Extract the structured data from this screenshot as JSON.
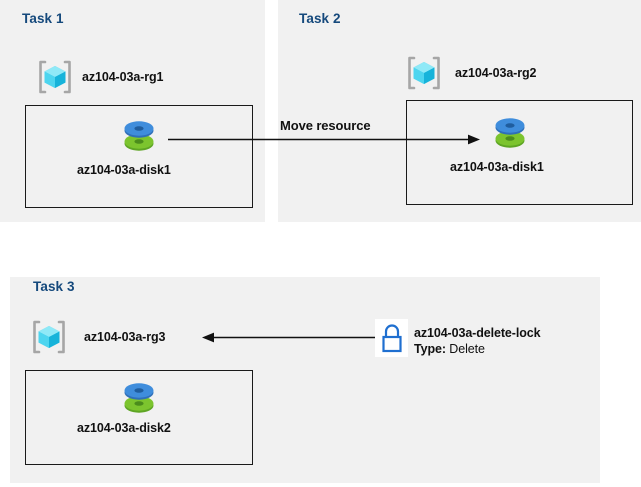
{
  "diagram": {
    "title": "Azure resource group task diagram",
    "colors": {
      "panel_background": "#f1f1f1",
      "page_background": "#ffffff",
      "task_heading": "#15497c",
      "box_border": "#1a1a1a",
      "arrow": "#111111",
      "lock_outline": "#1f6fd0",
      "resource_group_cube_light": "#7fe3f5",
      "resource_group_cube_mid": "#3ecbe8",
      "resource_group_cube_dark": "#17b6db",
      "resource_group_bracket": "#a6a6a6",
      "disk_blue": "#3b87d6",
      "disk_green": "#6cb72b"
    }
  },
  "tasks": [
    {
      "heading": "Task 1",
      "resource_group": {
        "label": "az104-03a-rg1",
        "icon": "resource-group-icon"
      },
      "resource": {
        "label": "az104-03a-disk1",
        "icon": "managed-disk-icon"
      }
    },
    {
      "heading": "Task 2",
      "resource_group": {
        "label": "az104-03a-rg2",
        "icon": "resource-group-icon"
      },
      "resource": {
        "label": "az104-03a-disk1",
        "icon": "managed-disk-icon"
      }
    },
    {
      "heading": "Task 3",
      "resource_group": {
        "label": "az104-03a-rg3",
        "icon": "resource-group-icon"
      },
      "resource": {
        "label": "az104-03a-disk2",
        "icon": "managed-disk-icon"
      },
      "lock": {
        "label": "az104-03a-delete-lock",
        "type_key": "Type:",
        "type_value": "Delete",
        "icon": "padlock-icon"
      }
    }
  ],
  "connectors": [
    {
      "name": "move-resource-arrow",
      "label": "Move resource",
      "direction": "right"
    },
    {
      "name": "lock-applies-to-arrow",
      "label": "",
      "direction": "left"
    }
  ]
}
